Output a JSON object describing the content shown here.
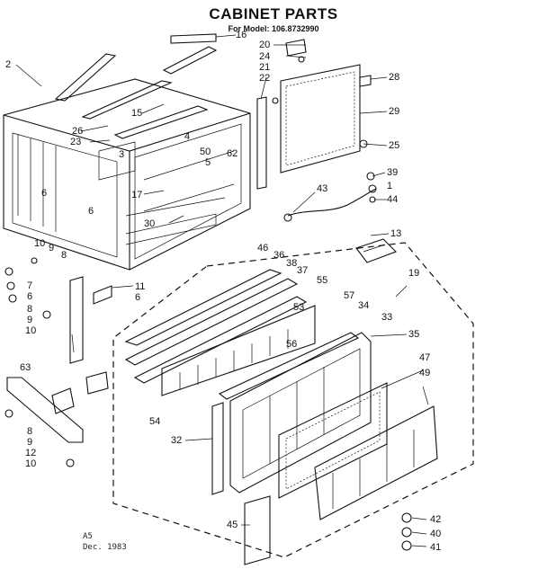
{
  "header": {
    "title": "CABINET PARTS",
    "subtitle": "For Model: 106.8732990"
  },
  "footer": {
    "line1": "A5",
    "line2": "Dec. 1983"
  },
  "callouts": [
    {
      "id": "c16",
      "text": "16"
    },
    {
      "id": "c20",
      "text": "20"
    },
    {
      "id": "c24",
      "text": "24"
    },
    {
      "id": "c21",
      "text": "21"
    },
    {
      "id": "c22",
      "text": "22"
    },
    {
      "id": "c28",
      "text": "28"
    },
    {
      "id": "c29",
      "text": "29"
    },
    {
      "id": "c25",
      "text": "25"
    },
    {
      "id": "c39",
      "text": "39"
    },
    {
      "id": "c1",
      "text": "1"
    },
    {
      "id": "c44",
      "text": "44"
    },
    {
      "id": "c43",
      "text": "43"
    },
    {
      "id": "c13",
      "text": "13"
    },
    {
      "id": "c2",
      "text": "2"
    },
    {
      "id": "c15",
      "text": "15"
    },
    {
      "id": "c26",
      "text": "26"
    },
    {
      "id": "c23",
      "text": "23"
    },
    {
      "id": "c4",
      "text": "4"
    },
    {
      "id": "c3",
      "text": "3"
    },
    {
      "id": "c50",
      "text": "50"
    },
    {
      "id": "c5",
      "text": "5"
    },
    {
      "id": "c62",
      "text": "62"
    },
    {
      "id": "c17",
      "text": "17"
    },
    {
      "id": "c6a",
      "text": "6"
    },
    {
      "id": "c6b",
      "text": "6"
    },
    {
      "id": "c30",
      "text": "30"
    },
    {
      "id": "c10a",
      "text": "10"
    },
    {
      "id": "c9a",
      "text": "9"
    },
    {
      "id": "c8a",
      "text": "8"
    },
    {
      "id": "c7",
      "text": "7"
    },
    {
      "id": "c6c",
      "text": "6"
    },
    {
      "id": "c8b",
      "text": "8"
    },
    {
      "id": "c9b",
      "text": "9"
    },
    {
      "id": "c10b",
      "text": "10"
    },
    {
      "id": "c11",
      "text": "11"
    },
    {
      "id": "c6d",
      "text": "6"
    },
    {
      "id": "c46",
      "text": "46"
    },
    {
      "id": "c36",
      "text": "36"
    },
    {
      "id": "c38",
      "text": "38"
    },
    {
      "id": "c37",
      "text": "37"
    },
    {
      "id": "c55",
      "text": "55"
    },
    {
      "id": "c19",
      "text": "19"
    },
    {
      "id": "c53",
      "text": "53"
    },
    {
      "id": "c57",
      "text": "57"
    },
    {
      "id": "c34",
      "text": "34"
    },
    {
      "id": "c33",
      "text": "33"
    },
    {
      "id": "c56",
      "text": "56"
    },
    {
      "id": "c35",
      "text": "35"
    },
    {
      "id": "c47",
      "text": "47"
    },
    {
      "id": "c49",
      "text": "49"
    },
    {
      "id": "c63",
      "text": "63"
    },
    {
      "id": "c54",
      "text": "54"
    },
    {
      "id": "c32",
      "text": "32"
    },
    {
      "id": "c8c",
      "text": "8"
    },
    {
      "id": "c9c",
      "text": "9"
    },
    {
      "id": "c12",
      "text": "12"
    },
    {
      "id": "c10c",
      "text": "10"
    },
    {
      "id": "c45",
      "text": "45"
    },
    {
      "id": "c42",
      "text": "42"
    },
    {
      "id": "c40",
      "text": "40"
    },
    {
      "id": "c41",
      "text": "41"
    }
  ]
}
